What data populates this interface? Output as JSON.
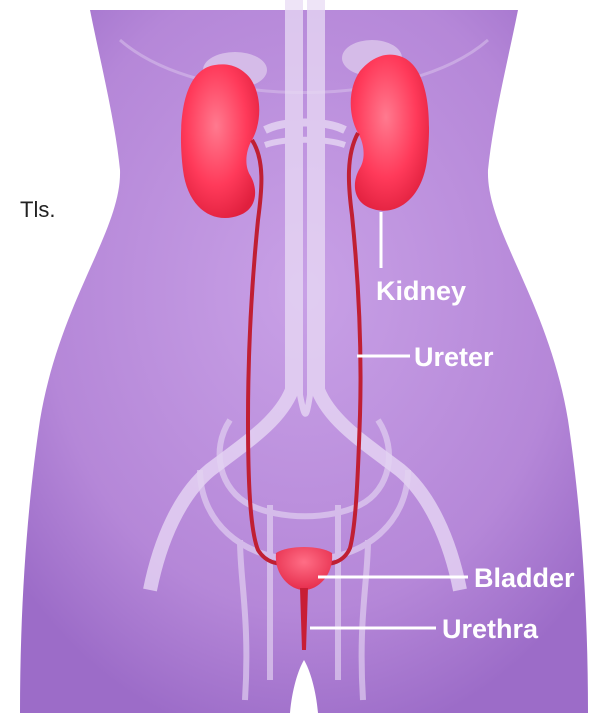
{
  "side_text": "Tls.",
  "labels": {
    "kidney": "Kidney",
    "ureter": "Ureter",
    "bladder": "Bladder",
    "urethra": "Urethra"
  },
  "colors": {
    "background": "#ffffff",
    "body": "#b887d9",
    "body_edge": "#a06fcb",
    "organ": "#ff3b5c",
    "ureter": "#c01f33",
    "vessel": "#eadcf5",
    "label_text": "#ffffff",
    "leader_line": "#ffffff"
  },
  "icons": [
    "human-torso-illustration",
    "kidney-icon",
    "ureter-icon",
    "bladder-icon",
    "urethra-icon"
  ]
}
